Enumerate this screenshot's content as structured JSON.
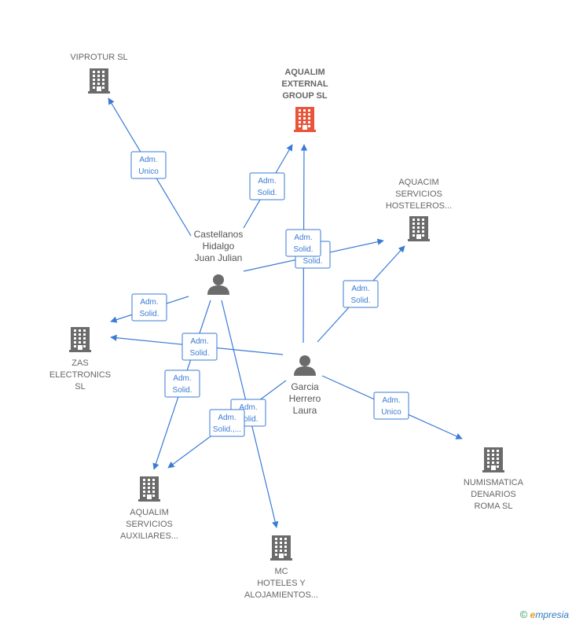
{
  "colors": {
    "edge": "#3a7bd5",
    "company": "#6b6b6b",
    "highlight": "#e8553a",
    "person": "#6b6b6b"
  },
  "companies": [
    {
      "id": "viprotur",
      "lines": [
        "VIPROTUR  SL"
      ],
      "highlight": false,
      "icon": "building-icon"
    },
    {
      "id": "aqualim-external",
      "lines": [
        "AQUALIM",
        "EXTERNAL",
        "GROUP  SL"
      ],
      "highlight": true,
      "icon": "building-icon"
    },
    {
      "id": "aquacim",
      "lines": [
        "AQUACIM",
        "SERVICIOS",
        "HOSTELEROS..."
      ],
      "highlight": false,
      "icon": "building-icon"
    },
    {
      "id": "zas",
      "lines": [
        "ZAS",
        "ELECTRONICS",
        "SL"
      ],
      "highlight": false,
      "icon": "building-icon"
    },
    {
      "id": "numismatica",
      "lines": [
        "NUMISMATICA",
        "DENARIOS",
        "ROMA  SL"
      ],
      "highlight": false,
      "icon": "building-icon"
    },
    {
      "id": "aqualim-servicios",
      "lines": [
        "AQUALIM",
        "SERVICIOS",
        "AUXILIARES..."
      ],
      "highlight": false,
      "icon": "building-icon"
    },
    {
      "id": "mc-hoteles",
      "lines": [
        "MC",
        "HOTELES Y",
        "ALOJAMIENTOS..."
      ],
      "highlight": false,
      "icon": "building-icon"
    }
  ],
  "persons": [
    {
      "id": "castellanos",
      "lines": [
        "Castellanos",
        "Hidalgo",
        "Juan Julian"
      ],
      "icon": "person-icon"
    },
    {
      "id": "garcia",
      "lines": [
        "Garcia",
        "Herrero",
        "Laura"
      ],
      "icon": "person-icon"
    }
  ],
  "edges": [
    {
      "from": "castellanos",
      "to": "viprotur",
      "lines": [
        "Adm.",
        "Unico"
      ]
    },
    {
      "from": "castellanos",
      "to": "aqualim-external",
      "lines": [
        "Adm.",
        "Solid."
      ]
    },
    {
      "from": "castellanos",
      "to": "aquacim",
      "lines": [
        "Adm.",
        "Solid."
      ]
    },
    {
      "from": "castellanos",
      "to": "zas",
      "lines": [
        "Adm.",
        "Solid."
      ]
    },
    {
      "from": "castellanos",
      "to": "aqualim-servicios",
      "lines": [
        "Adm.",
        "Solid."
      ]
    },
    {
      "from": "castellanos",
      "to": "mc-hoteles",
      "lines": [
        "Adm.",
        "Solid."
      ]
    },
    {
      "from": "garcia",
      "to": "aqualim-external",
      "lines": [
        "Adm.",
        "Solid."
      ]
    },
    {
      "from": "garcia",
      "to": "aquacim",
      "lines": [
        "Adm.",
        "Solid."
      ]
    },
    {
      "from": "garcia",
      "to": "zas",
      "lines": [
        "Adm.",
        "Solid."
      ]
    },
    {
      "from": "garcia",
      "to": "numismatica",
      "lines": [
        "Adm.",
        "Unico"
      ]
    },
    {
      "from": "garcia",
      "to": "aqualim-servicios",
      "lines": [
        "Adm.",
        "Solid.,..."
      ]
    }
  ],
  "footer": {
    "copyright": "©",
    "brand_initial": "e",
    "brand_rest": "mpresia"
  }
}
